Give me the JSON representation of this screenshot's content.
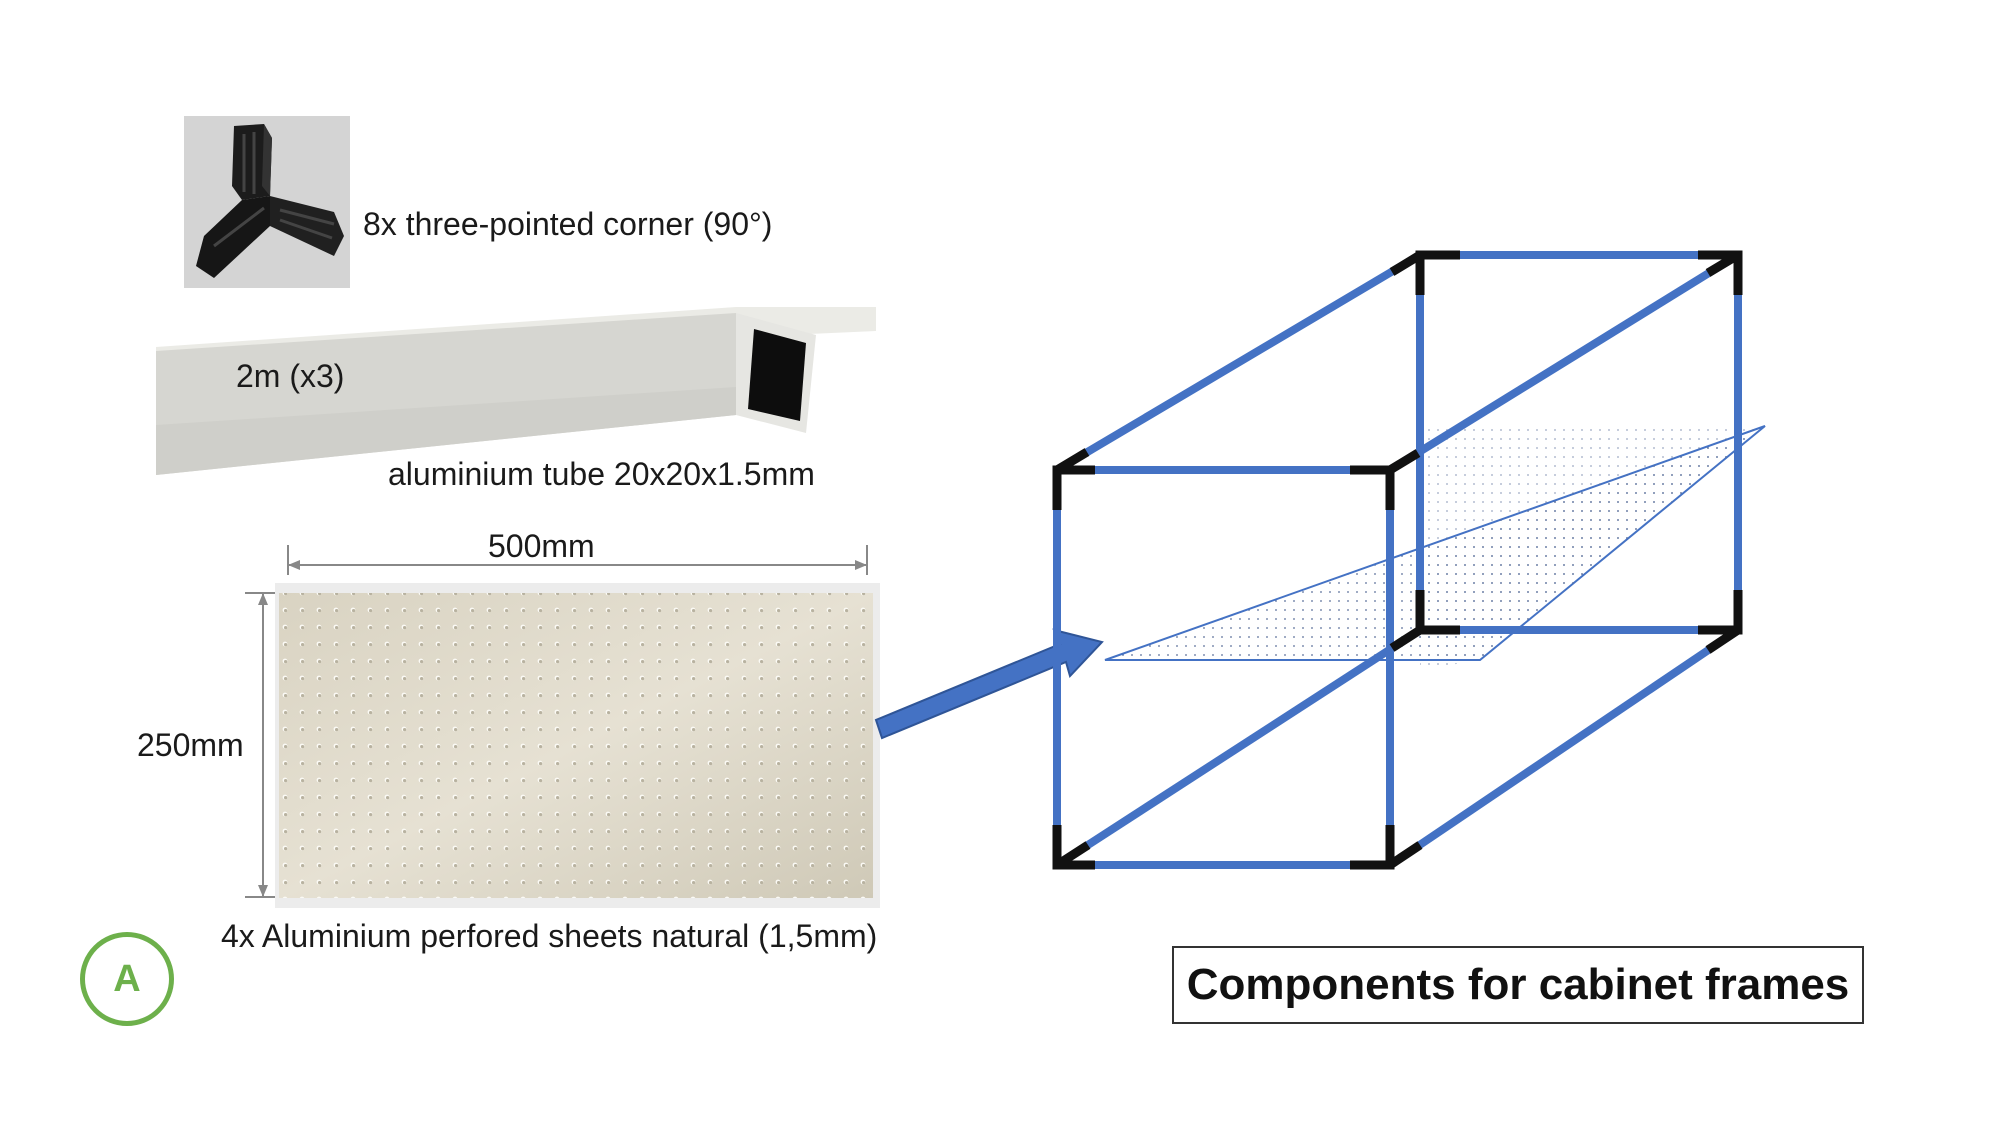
{
  "labels": {
    "corner": "8x three-pointed corner (90°)",
    "tube_length": "2m (x3)",
    "tube": "aluminium tube  20x20x1.5mm",
    "sheet_width": "500mm",
    "sheet_height": "250mm",
    "sheet": "4x Aluminium perfored sheets natural (1,5mm)"
  },
  "badge": "A",
  "title": "Components for cabinet frames",
  "colors": {
    "frame_blue": "#4472c4",
    "corner_black": "#111111",
    "badge_green": "#6db04b"
  },
  "icons": {
    "corner": "three-way-corner-connector-icon",
    "tube": "square-tube-icon",
    "sheet": "perforated-sheet-icon",
    "arrow": "right-arrow-icon"
  }
}
